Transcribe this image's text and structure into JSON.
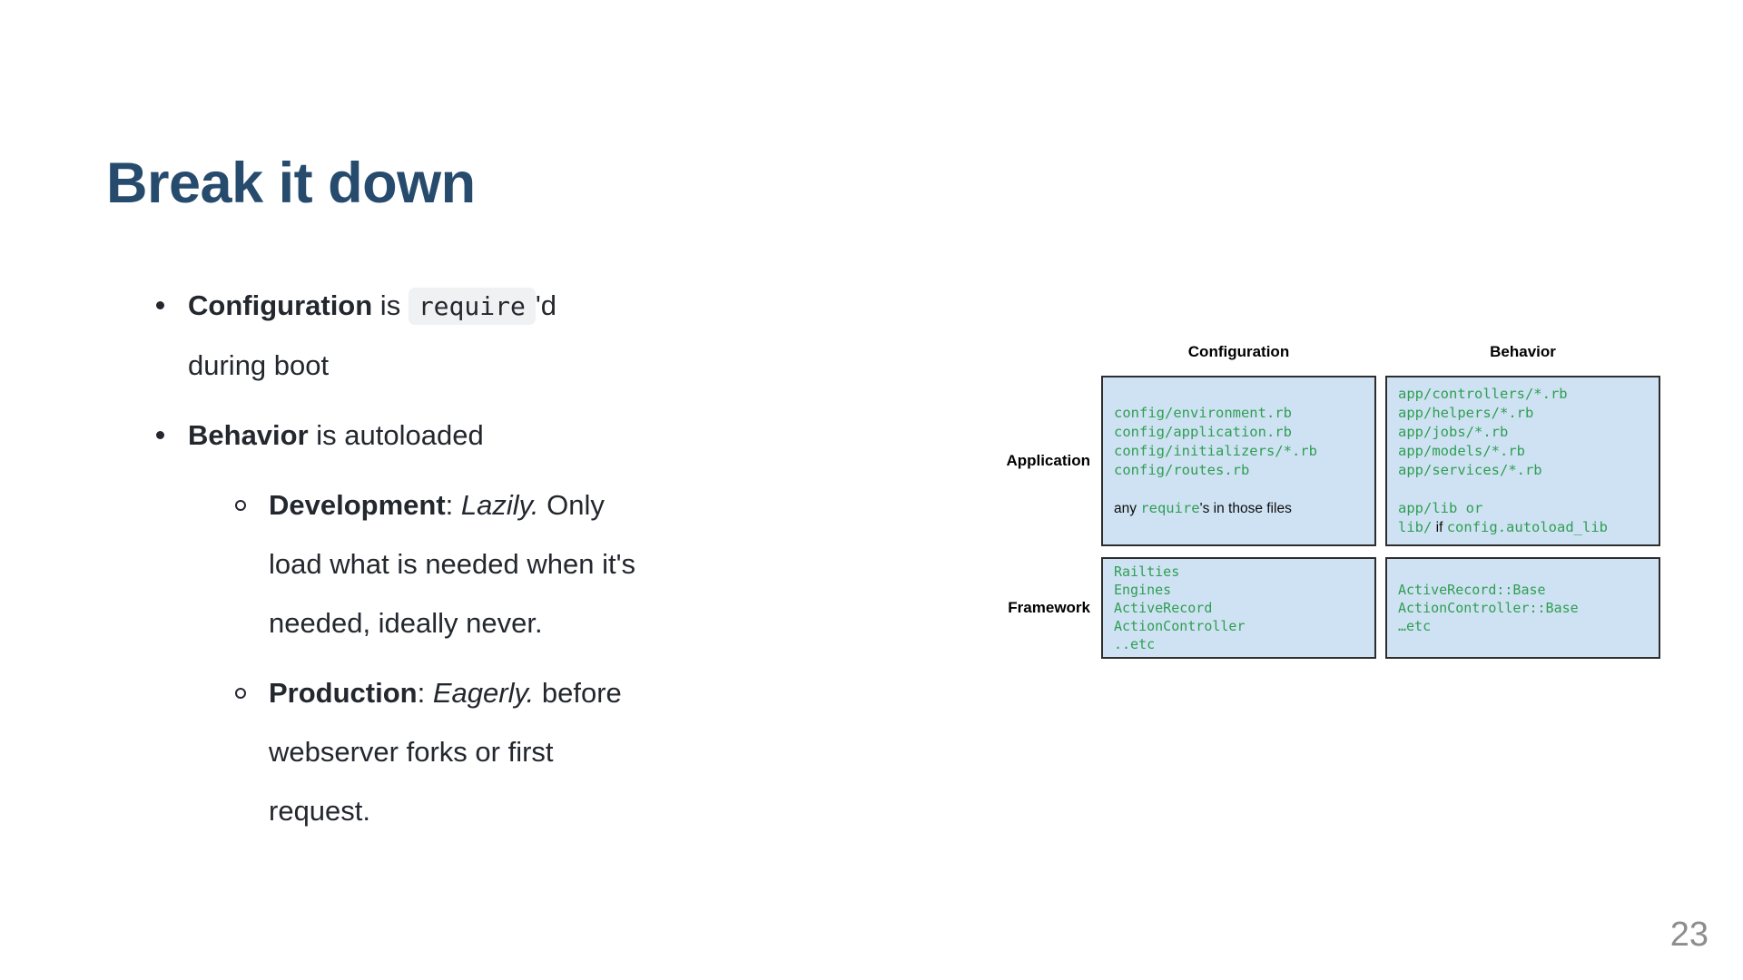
{
  "slide": {
    "title": "Break it down",
    "page_number": "23"
  },
  "colors": {
    "title": "#274b6d",
    "body_text": "#23272e",
    "code_chip_bg": "#eff1f3",
    "cell_bg": "#cfe2f3",
    "cell_border": "#2d2d2d",
    "code_green": "#2f9e53",
    "page_number_gray": "#8d8d8d"
  },
  "bullets": [
    {
      "level": 1,
      "lines": [
        [
          {
            "t": "Configuration",
            "b": true
          },
          {
            "t": " is "
          },
          {
            "t": "require",
            "code": true
          },
          {
            "t": "'d"
          }
        ],
        [
          {
            "t": "during boot"
          }
        ]
      ]
    },
    {
      "level": 1,
      "lines": [
        [
          {
            "t": "Behavior",
            "b": true
          },
          {
            "t": " is autoloaded"
          }
        ]
      ]
    },
    {
      "level": 2,
      "lines": [
        [
          {
            "t": "Development",
            "b": true
          },
          {
            "t": ": "
          },
          {
            "t": "Lazily.",
            "i": true
          },
          {
            "t": " Only"
          }
        ],
        [
          {
            "t": "load what is needed when it's"
          }
        ],
        [
          {
            "t": "needed, ideally never."
          }
        ]
      ]
    },
    {
      "level": 2,
      "lines": [
        [
          {
            "t": "Production",
            "b": true
          },
          {
            "t": ": "
          },
          {
            "t": "Eagerly.",
            "i": true
          },
          {
            "t": " before"
          }
        ],
        [
          {
            "t": "webserver forks or first"
          }
        ],
        [
          {
            "t": "request."
          }
        ]
      ]
    }
  ],
  "diagram": {
    "col_headers": [
      "Configuration",
      "Behavior"
    ],
    "row_headers": [
      "Application",
      "Framework"
    ],
    "cells": [
      {
        "row": "Application",
        "col": "Configuration",
        "lines": [
          [
            {
              "t": "config/environment.rb"
            }
          ],
          [
            {
              "t": "config/application.rb"
            }
          ],
          [
            {
              "t": "config/initializers/*.rb"
            }
          ],
          [
            {
              "t": "config/routes.rb"
            }
          ],
          [],
          [
            {
              "t": "any ",
              "sans": true
            },
            {
              "t": "require"
            },
            {
              "t": "'s in those files",
              "sans": true
            }
          ]
        ]
      },
      {
        "row": "Application",
        "col": "Behavior",
        "lines": [
          [
            {
              "t": "app/controllers/*.rb"
            }
          ],
          [
            {
              "t": "app/helpers/*.rb"
            }
          ],
          [
            {
              "t": "app/jobs/*.rb"
            }
          ],
          [
            {
              "t": "app/models/*.rb"
            }
          ],
          [
            {
              "t": "app/services/*.rb"
            }
          ],
          [],
          [
            {
              "t": "app/lib or"
            }
          ],
          [
            {
              "t": "lib/"
            },
            {
              "t": " if ",
              "sans": true
            },
            {
              "t": "config.autoload_lib"
            }
          ]
        ]
      },
      {
        "row": "Framework",
        "col": "Configuration",
        "lines": [
          [
            {
              "t": "Railties"
            }
          ],
          [
            {
              "t": "Engines"
            }
          ],
          [
            {
              "t": "ActiveRecord"
            }
          ],
          [
            {
              "t": "ActionController"
            }
          ],
          [
            {
              "t": "..etc"
            }
          ]
        ]
      },
      {
        "row": "Framework",
        "col": "Behavior",
        "lines": [
          [
            {
              "t": "ActiveRecord::Base"
            }
          ],
          [
            {
              "t": "ActionController::Base"
            }
          ],
          [
            {
              "t": "…etc"
            }
          ]
        ]
      }
    ]
  }
}
